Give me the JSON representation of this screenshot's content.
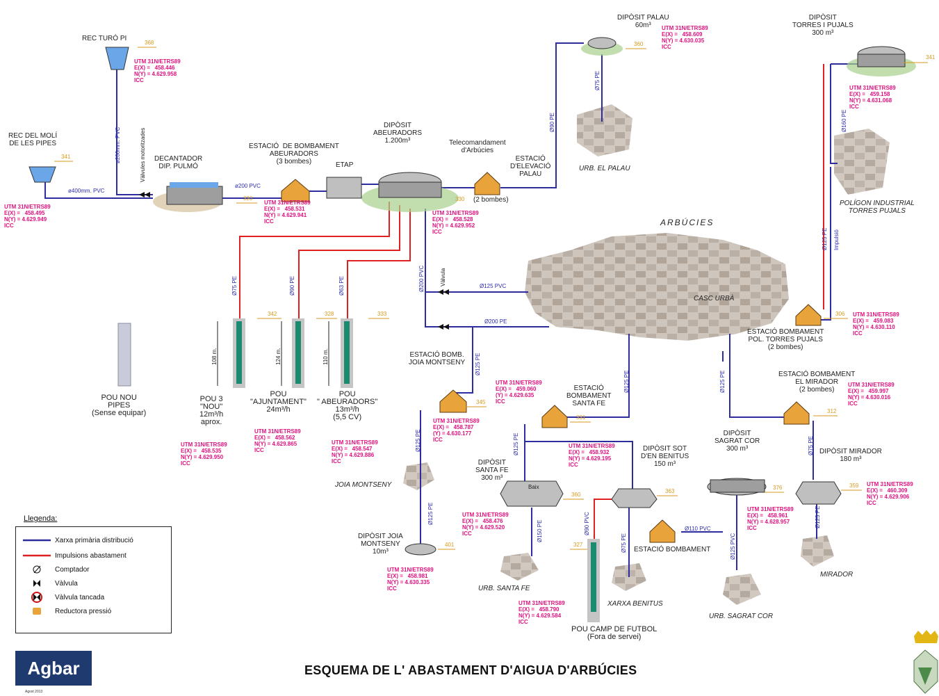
{
  "title": "ESQUEMA DE L' ABASTAMENT D'AIGUA D'ARBÚCIES",
  "brand": {
    "name": "Agbar",
    "date": "Agost 2013"
  },
  "colors": {
    "primary": "#2c2c9e",
    "impulsion": "#e02020",
    "utm": "#e0117f",
    "elev": "#d89a1e"
  },
  "legend": {
    "title": "Llegenda:",
    "items": [
      {
        "label": "Xarxa primària distribució",
        "icon": "blue-line"
      },
      {
        "label": "Impulsions abastament",
        "icon": "red-line"
      },
      {
        "label": "Comptador",
        "icon": "meter-icon"
      },
      {
        "label": "Vàlvula",
        "icon": "valve-icon"
      },
      {
        "label": "Vàlvula tancada",
        "icon": "closed-valve-icon"
      },
      {
        "label": "Reductora pressió",
        "icon": "pressure-reducer-icon"
      }
    ]
  },
  "labels": {
    "rec_turo": "REC TURÓ PI",
    "rec_moli": "REC DEL MOLÍ\nDE LES PIPES",
    "decantador": "DECANTADOR\nDIP. PULMÓ",
    "estacio_abeuradors": "ESTACIÓ  DE BOMBAMENT\nABEURADORS\n(3 bombes)",
    "etap": "ETAP",
    "diposit_abeuradors": "DIPÒSIT\nABEURADORS\n1.200m³",
    "telecomandament": "Telecomandament\nd'Arbúcies",
    "estacio_palau": "ESTACIÓ\nD'ELEVACIÓ\nPALAU",
    "bombes2": "(2 bombes)",
    "diposit_palau": "DIPÒSIT PALAU\n60m³",
    "urb_palau": "URB. EL PALAU",
    "diposit_torres": "DIPÒSIT\nTORRES I PUJALS\n300 m³",
    "poligon": "POLÍGON INDUSTRIAL\nTORRES PUJALS",
    "arbucies": "ARBÚCIES",
    "casc_urba": "CASC URBÀ",
    "estacio_torres": "ESTACIÓ BOMBAMENT\nPOL. TORRES PUJALS\n(2 bombes)",
    "estacio_mirador": "ESTACIÓ BOMBAMENT\nEL MIRADOR\n(2 bombes)",
    "pou_nou": "POU NOU\nPIPES\n(Sense equipar)",
    "pou3": "POU 3\n\"NOU\"\n12m³/h\naprox.",
    "pou_ajuntament": "POU\n\"AJUNTAMENT\"\n24m³/h",
    "pou_abeuradors": "POU\n\" ABEURADORS\"\n13m³/h\n(5,5 CV)",
    "estacio_joia": "ESTACIÓ BOMB.\nJOIA MONTSENY",
    "joia_montseny": "JOIA MONTSENY",
    "diposit_joia": "DIPÒSIT JOIA\nMONTSENY\n10m³",
    "estacio_santafe": "ESTACIÓ\nBOMBAMENT\nSANTA FE",
    "diposit_santafe": "DIPÒSIT\nSANTA FE\n300 m³",
    "baix": "Baix",
    "urb_santafe": "URB. SANTA FE",
    "diposit_sot": "DIPÒSIT SOT\nD'EN BENITUS\n150 m³",
    "diposit_sagrat": "DIPÒSIT\nSAGRAT COR\n300 m³",
    "diposit_mirador": "DIPÒSIT MIRADOR\n180 m³",
    "estacio_bombament": "ESTACIÓ BOMBAMENT",
    "xarxa_benitus": "XARXA BENITUS",
    "urb_sagrat": "URB. SAGRAT COR",
    "mirador": "MIRADOR",
    "pou_camp": "POU CAMP DE FUTBOL\n(Fora de servei)",
    "valvules": "Vàlvules motoritzades",
    "valvula": "Vàlvula",
    "impuls": "Impulsió"
  },
  "depths": {
    "pou3": "108 m.",
    "ajuntament": "124 m.",
    "abeuradors": "110 m."
  },
  "utm": {
    "turo": "UTM 31N/ETRS89\nE(X) =   458.446\nN(Y) = 4.629.958\nICC",
    "moli": "UTM 31N/ETRS89\nE(X) =   458.495\nN(Y) = 4.629.949\nICC",
    "estacio_abeuradors": "UTM 31N/ETRS89\nE(X) =   458.531\nN(Y) = 4.629.941\nICC",
    "diposit_abeuradors": "UTM 31N/ETRS89\nE(X) =   458.528\nN(Y) = 4.629.952\nICC",
    "palau": "UTM 31N/ETRS89\nE(X) =   458.609\nN(Y) = 4.630.035\nICC",
    "torres": "UTM 31N/ETRS89\nE(X) =   459.158\nN(Y) = 4.631.068\nICC",
    "estacio_torres": "UTM 31N/ETRS89\nE(X) =   459.083\nN(Y) = 4.630.110\nICC",
    "mirador_est": "UTM 31N/ETRS89\nE(X) =   459.997\nN(Y) = 4.630.016\nICC",
    "pou3": "UTM 31N/ETRS89\nE(X) =   458.535\nN(Y) = 4.629.950\nICC",
    "ajuntament": "UTM 31N/ETRS89\nE(X) =   458.562\nN(Y) = 4.629.865\nICC",
    "abeuradors_pou": "UTM 31N/ETRS89\nE(X) =   458.547\nN(Y) = 4.629.886\nICC",
    "joia_est": "UTM 31N/ETRS89\nE(X) =   458.787\n(Y) = 4.630.177\nICC",
    "santafe_est": "UTM 31N/ETRS89\nE(X) =   459.060\n(Y) = 4.629.635\nICC",
    "joia_dip": "UTM 31N/ETRS89\nE(X) =   458.981\nN(Y) = 4.630.335\nICC",
    "santafe_dip": "UTM 31N/ETRS89\nE(X) =   458.476\nN(Y) = 4.629.520\nICC",
    "sot": "UTM 31N/ETRS89\nE(X) =   458.932\nN(Y) = 4.629.195\nICC",
    "sagrat": "UTM 31N/ETRS89\nE(X) =   458.961\nN(Y) = 4.628.957\nICC",
    "mirador_dip": "UTM 31N/ETRS89\nE(X) =   460.309\nN(Y) = 4.629.906\nICC",
    "camp": "UTM 31N/ETRS89\nE(X) =   458.790\nN(Y) = 4.629.584\nICC"
  },
  "elevations": {
    "turo": "368",
    "moli": "341",
    "decant": "320",
    "abeu": "330",
    "palau": "360",
    "torres": "341",
    "pou3": "342",
    "pou_aj": "328",
    "pou_ab": "333",
    "torres_est": "306",
    "mirador_est": "312",
    "joia_est": "345",
    "santafe_est": "331",
    "joia_dip": "401",
    "santafe_dip": "360",
    "sot": "363",
    "sagrat": "376",
    "mirador_dip": "359",
    "camp": "327"
  },
  "pipes": {
    "p400": "ø400mm. PVC",
    "p200pvc": "ø200mm. PVC",
    "p200b": "ø200 PVC",
    "p125a": "Ø125 PVC",
    "p200pe": "Ø200 PE",
    "p110": "Ø110 PVC",
    "p75pe": "Ø75 PE",
    "p90pe": "Ø90 PE",
    "p63pe": "Ø63 PE",
    "p90palau": "Ø90 PE",
    "p75palau": "Ø75 PE",
    "p160": "Ø160 PE",
    "p125torres": "Ø125 PE",
    "p200pvcv": "Ø200 PVC",
    "p125joia": "Ø125 PE",
    "p125santafe": "Ø125 PE",
    "p125sagrat": "Ø125 PE",
    "p125mid": "Ø125 PE",
    "p75mirador": "Ø75 PE",
    "p125jd": "Ø125 PE",
    "p150": "Ø150 PE",
    "p90pvc": "Ø90 PVC",
    "p75x": "Ø75 PE",
    "p125pvc": "Ø125 PVC",
    "p125m2": "Ø125 PE"
  }
}
